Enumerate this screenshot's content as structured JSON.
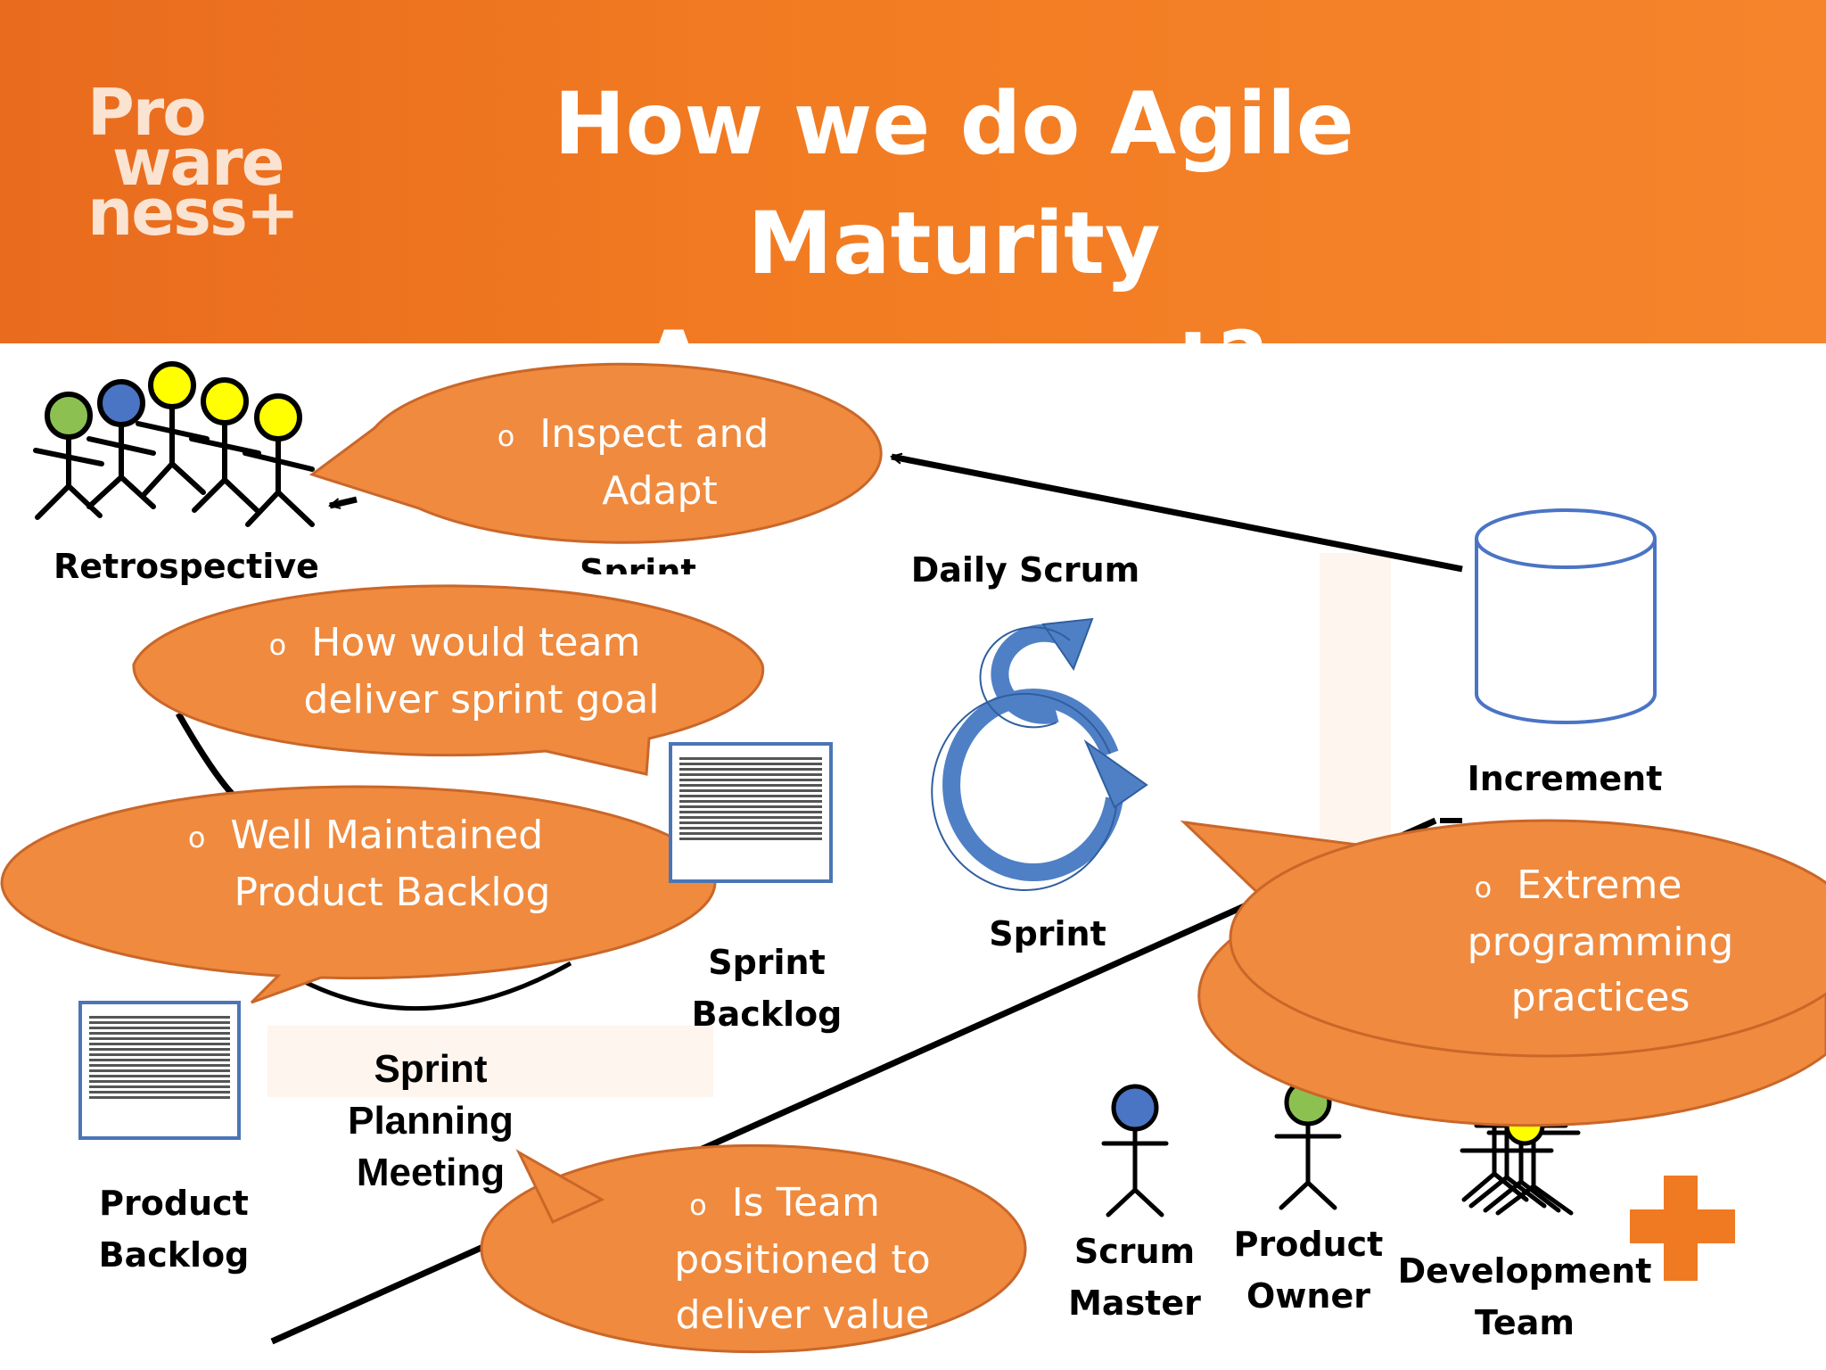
{
  "slide": {
    "logo_lines": [
      "Pro",
      "ware",
      "ness+"
    ],
    "title_line1": "How we do Agile Maturity",
    "title_line2": "Assessment?"
  },
  "labels": {
    "retrospective": "Retrospective",
    "sprint_top": "Sprint",
    "daily_scrum": "Daily Scrum",
    "increment": "Increment",
    "sprint": "Sprint",
    "sprint_backlog": [
      "Sprint",
      "Backlog"
    ],
    "sprint_planning": [
      "Sprint",
      "Planning",
      "Meeting"
    ],
    "product_backlog": [
      "Product",
      "Backlog"
    ],
    "scrum_master": [
      "Scrum",
      "Master"
    ],
    "product_owner": [
      "Product",
      "Owner"
    ],
    "development_team": [
      "Development",
      "Team"
    ]
  },
  "callouts": [
    {
      "bullet": "o",
      "lines": [
        "Inspect and",
        "Adapt"
      ]
    },
    {
      "bullet": "o",
      "lines": [
        "How would team",
        "deliver sprint goal"
      ]
    },
    {
      "bullet": "o",
      "lines": [
        "Well Maintained",
        "Product Backlog"
      ]
    },
    {
      "bullet": "o",
      "lines": [
        "Extreme",
        "programming",
        "practices"
      ]
    },
    {
      "bullet": "o",
      "lines": [
        "Is Team",
        "positioned to",
        "deliver value"
      ]
    }
  ],
  "colors": {
    "header_orange": "#f07a22",
    "bubble_orange": "#f08a3e",
    "bubble_border": "#c9672a",
    "figure_yellow": "#ffff00",
    "figure_blue": "#4a74c4",
    "figure_green": "#8cc152",
    "cycle_blue": "#4f80c6"
  },
  "icons": [
    "stick-figure-icon",
    "database-cylinder-icon",
    "cycle-arrows-icon",
    "document-icon",
    "plus-icon"
  ]
}
